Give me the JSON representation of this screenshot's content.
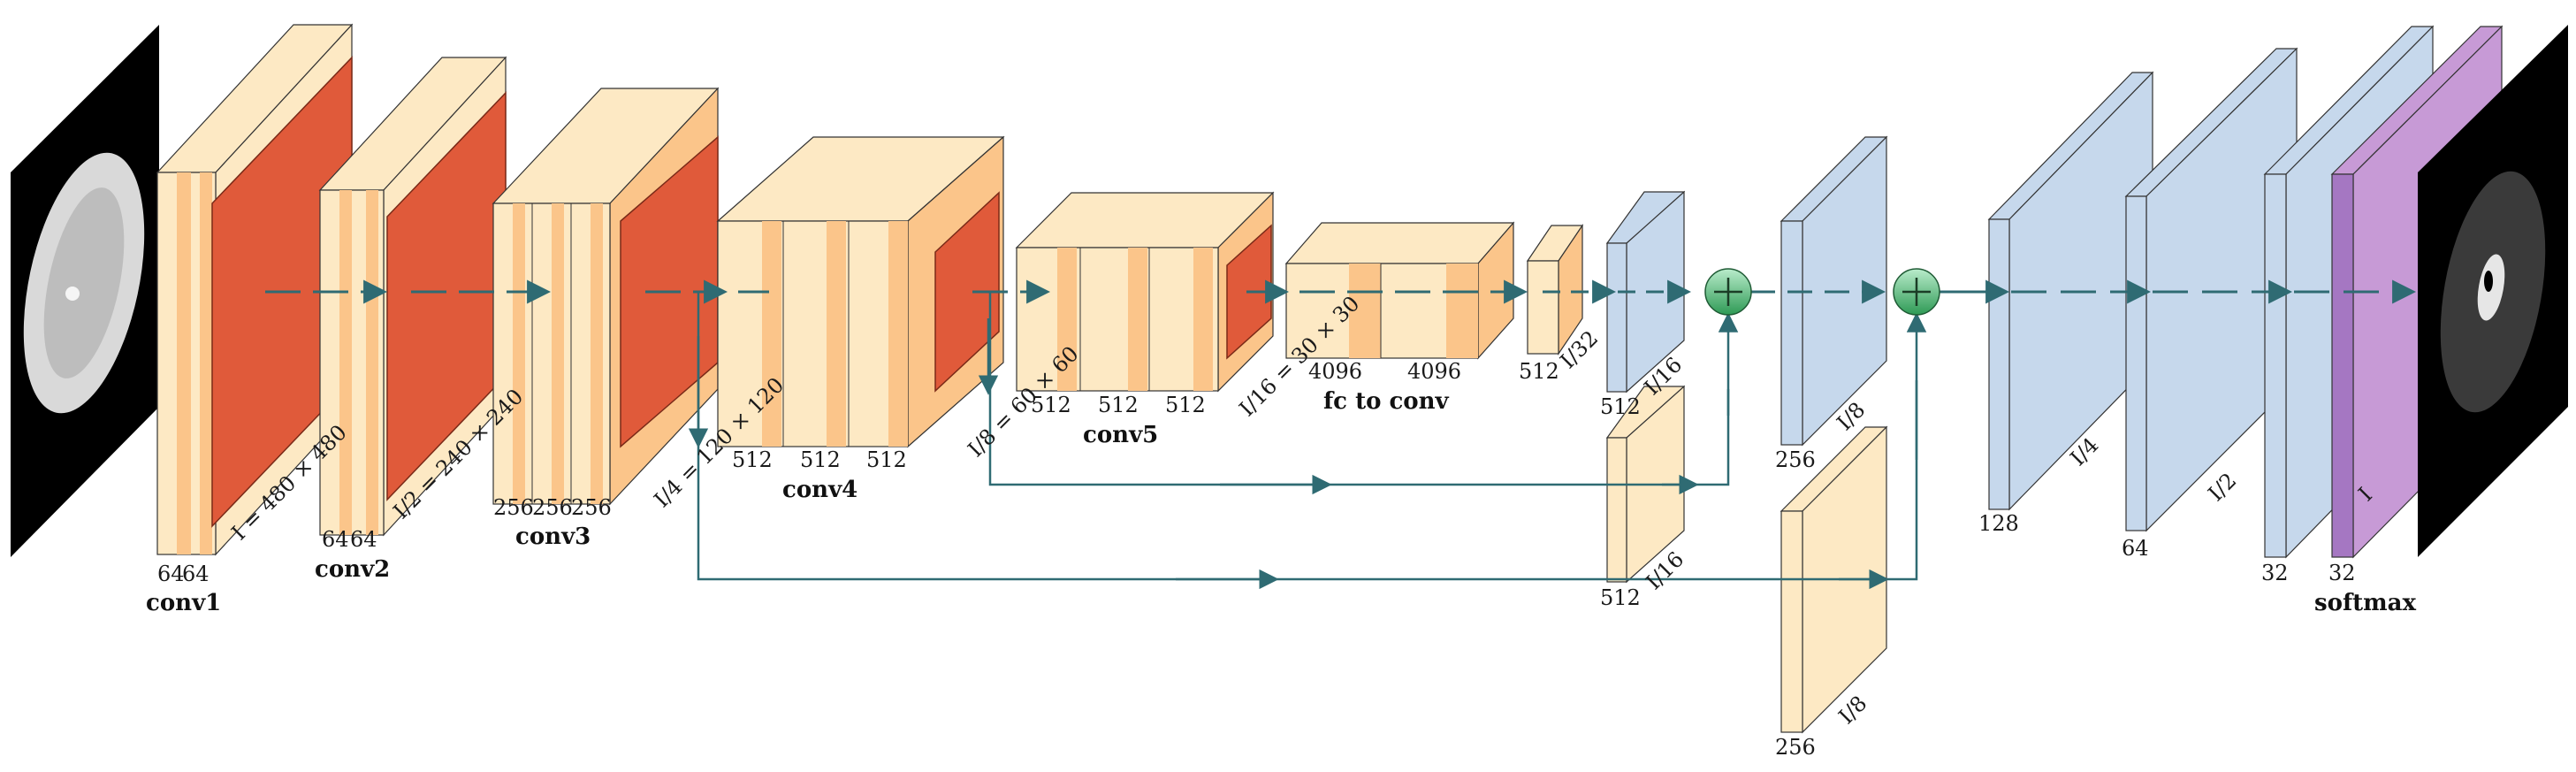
{
  "layers": {
    "conv1": {
      "name": "conv1",
      "channels": [
        "64",
        "64"
      ],
      "size": "I = 480 × 480"
    },
    "conv2": {
      "name": "conv2",
      "channels": [
        "64",
        "64"
      ],
      "size": "I/2 = 240 × 240"
    },
    "conv3": {
      "name": "conv3",
      "channels": [
        "256",
        "256",
        "256"
      ],
      "size": "I/4 = 120 × 120"
    },
    "conv4": {
      "name": "conv4",
      "channels": [
        "512",
        "512",
        "512"
      ],
      "size": "I/8 = 60 × 60"
    },
    "conv5": {
      "name": "conv5",
      "channels": [
        "512",
        "512",
        "512"
      ],
      "size": "I/16 = 30 × 30"
    },
    "fc": {
      "name": "fc to conv",
      "channels": [
        "4096",
        "4096"
      ]
    },
    "score32": {
      "channels": "512",
      "size": "I/32"
    },
    "up16": {
      "channels": "512",
      "size": "I/16"
    },
    "skip16": {
      "channels": "512",
      "size": "I/16"
    },
    "up8": {
      "channels": "256",
      "size": "I/8"
    },
    "skip8": {
      "channels": "256",
      "size": "I/8"
    },
    "up4": {
      "channels": "128",
      "size": "I/4"
    },
    "up2": {
      "channels": "64",
      "size": "I/2"
    },
    "up1": {
      "channels": "32"
    },
    "final": {
      "channels": "32",
      "size": "I"
    },
    "softmax": {
      "name": "softmax"
    }
  },
  "colors": {
    "conv": "#fde9c4",
    "conv_band": "#fbc58a",
    "pool": "#e05a3a",
    "deconv": "#c6d8ec",
    "softmax": "#a577c2",
    "sum": "#4fbf79",
    "arrow": "#2f6b73",
    "image": "#000000"
  },
  "icons": [
    "plus-icon",
    "arrow-icon"
  ]
}
